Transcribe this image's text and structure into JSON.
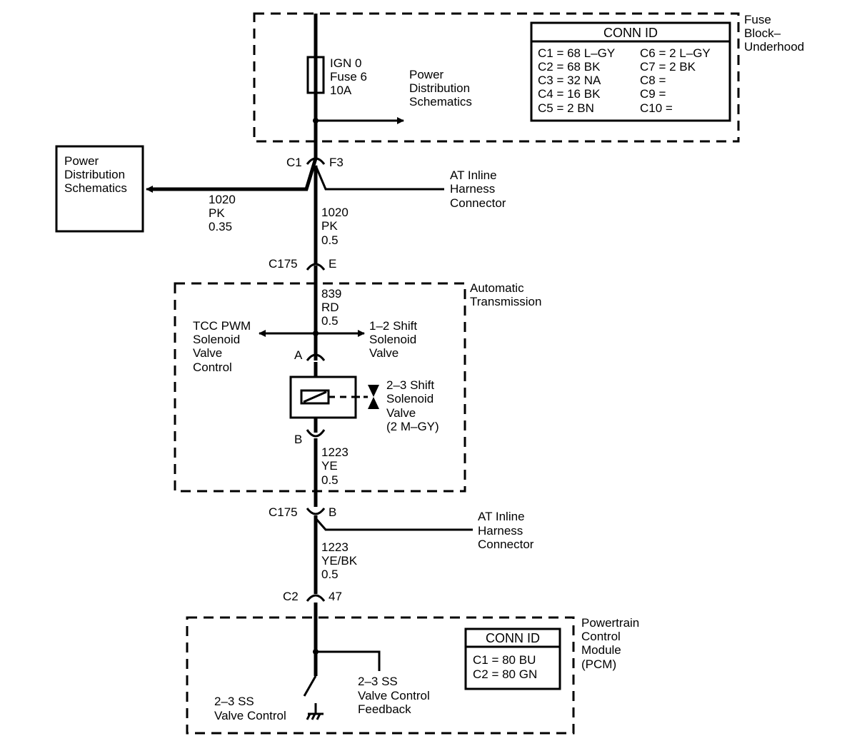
{
  "fuse_block": {
    "label": [
      "Fuse",
      "Block–",
      "Underhood"
    ],
    "fuse": [
      "IGN 0",
      "Fuse 6",
      "10A"
    ],
    "power_distribution": [
      "Power",
      "Distribution",
      "Schematics"
    ],
    "conn_id": {
      "title": "CONN ID",
      "left": [
        "C1 = 68 L–GY",
        "C2 = 68 BK",
        "C3 = 32 NA",
        "C4 = 16 BK",
        "C5 = 2 BN"
      ],
      "right": [
        "C6 = 2 L–GY",
        "C7 = 2 BK",
        "C8 =",
        "C9 =",
        "C10 ="
      ]
    }
  },
  "power_dist_box": [
    "Power",
    "Distribution",
    "Schematics"
  ],
  "connectors": {
    "c1": {
      "name": "C1",
      "pin": "F3"
    },
    "c175_top": {
      "name": "C175",
      "pin": "E"
    },
    "c175_bottom": {
      "name": "C175",
      "pin": "B"
    },
    "c2": {
      "name": "C2",
      "pin": "47"
    },
    "solenoid_a": "A",
    "solenoid_b": "B"
  },
  "at_inline_top": [
    "AT Inline",
    "Harness",
    "Connector"
  ],
  "at_inline_bottom": [
    "AT Inline",
    "Harness",
    "Connector"
  ],
  "wires": {
    "w_1020_035": [
      "1020",
      "PK",
      "0.35"
    ],
    "w_1020_05": [
      "1020",
      "PK",
      "0.5"
    ],
    "w_839": [
      "839",
      "RD",
      "0.5"
    ],
    "w_1223_ye": [
      "1223",
      "YE",
      "0.5"
    ],
    "w_1223_yebk": [
      "1223",
      "YE/BK",
      "0.5"
    ]
  },
  "automatic_transmission": [
    "Automatic",
    "Transmission"
  ],
  "tcc_pwm": [
    "TCC PWM",
    "Solenoid",
    "Valve",
    "Control"
  ],
  "shift_12": [
    "1–2 Shift",
    "Solenoid",
    "Valve"
  ],
  "shift_23": [
    "2–3 Shift",
    "Solenoid",
    "Valve",
    "(2 M–GY)"
  ],
  "pcm": {
    "label": [
      "Powertrain",
      "Control",
      "Module",
      "(PCM)"
    ],
    "conn_id": {
      "title": "CONN ID",
      "rows": [
        "C1 = 80 BU",
        "C2 = 80 GN"
      ]
    },
    "ss_control": [
      "2–3 SS",
      "Valve Control"
    ],
    "ss_feedback": [
      "2–3 SS",
      "Valve Control",
      "Feedback"
    ]
  }
}
